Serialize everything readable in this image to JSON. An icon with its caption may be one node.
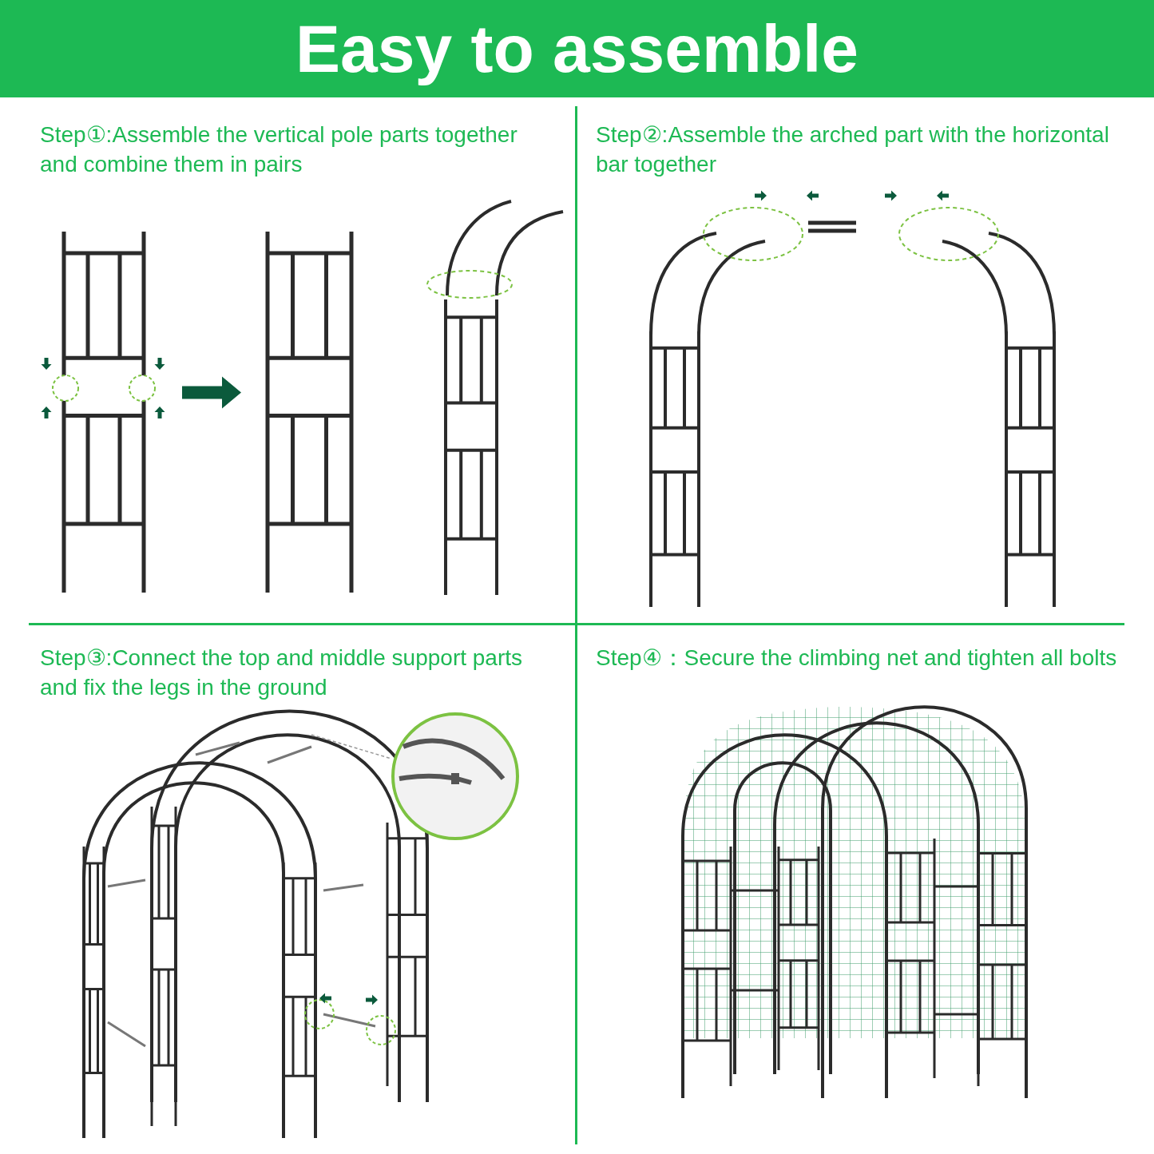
{
  "diagram": {
    "title": "Easy to assemble",
    "nodes": [
      {
        "text": [],
        "shape": "picture"
      },
      {
        "text": [],
        "shape": "picture"
      }
    ],
    "edges": [
      {
        "from": 0,
        "to": 1,
        "arrow": "to",
        "style": "thick"
      }
    ],
    "labels": [
      "Step①:Assemble the vertical pole parts together and combine them in pairs",
      "Step②:Assemble the arched part with the horizontal bar together",
      "Step③:Connect the top and middle support parts and fix the legs in the ground",
      "Step④：Secure the climbing net and tighten all bolts"
    ]
  }
}
